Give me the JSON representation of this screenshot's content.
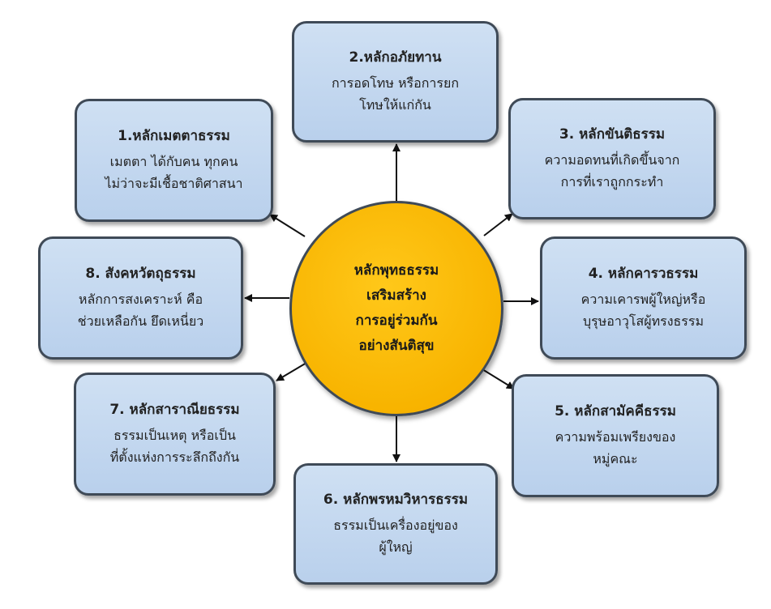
{
  "center": {
    "lines": [
      "หลักพุทธธรรม",
      "เสริมสร้าง",
      "การอยู่ร่วมกัน",
      "อย่างสันติสุข"
    ]
  },
  "boxes": [
    {
      "title": "1.หลักเมตตาธรรม",
      "lines": [
        "เมตตา ได้กับคน ทุกคน",
        "ไม่ว่าจะมีเชื้อชาติศาสนา"
      ]
    },
    {
      "title": "2.หลักอภัยทาน",
      "lines": [
        "การอดโทษ หรือการยก",
        "โทษให้แก่กัน"
      ]
    },
    {
      "title": "3. หลักขันติธรรม",
      "lines": [
        "ความอดทนที่เกิดขึ้นจาก",
        "การที่เราถูกกระทำ"
      ]
    },
    {
      "title": "4. หลักคารวธรรม",
      "lines": [
        "ความเคารพผู้ใหญ่หรือ",
        "บุรุษอาวุโสผู้ทรงธรรม"
      ]
    },
    {
      "title": "5. หลักสามัคคีธรรม",
      "lines": [
        "ความพร้อมเพรียงของ",
        "หมู่คณะ"
      ]
    },
    {
      "title": "6. หลักพรหมวิหารธรรม",
      "lines": [
        "ธรรมเป็นเครื่องอยู่ของ",
        "ผู้ใหญ่"
      ]
    },
    {
      "title": "7. หลักสาราณียธรรม",
      "lines": [
        "ธรรมเป็นเหตุ หรือเป็น",
        "ที่ตั้งแห่งการระลึกถึงกัน"
      ]
    },
    {
      "title": "8. สังคหวัตถุธรรม",
      "lines": [
        "หลักการสงเคราะห์ คือ",
        "ช่วยเหลือกัน ยึดเหนี่ยว"
      ]
    }
  ]
}
